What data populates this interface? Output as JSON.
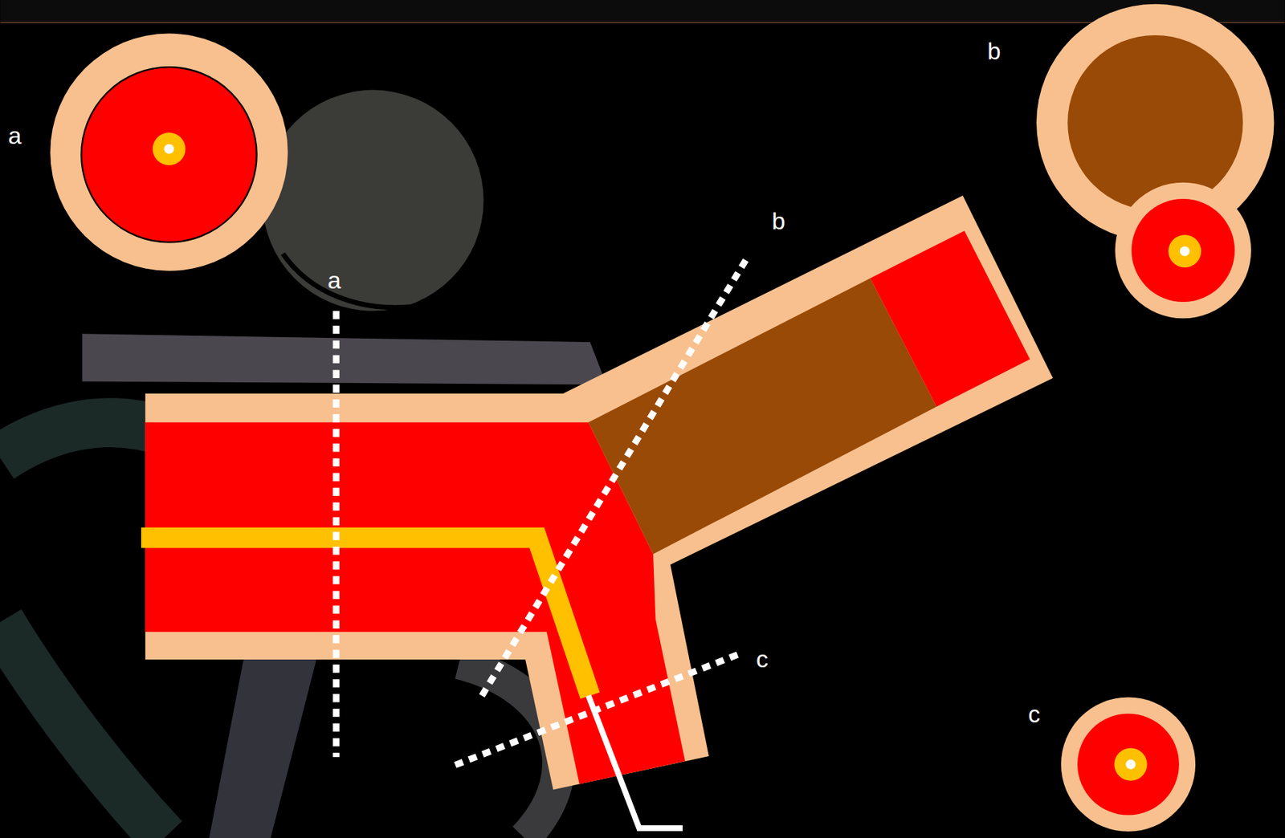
{
  "diagram": {
    "labels": [
      "b",
      "a",
      "b",
      "a",
      "c",
      "c"
    ]
  }
}
